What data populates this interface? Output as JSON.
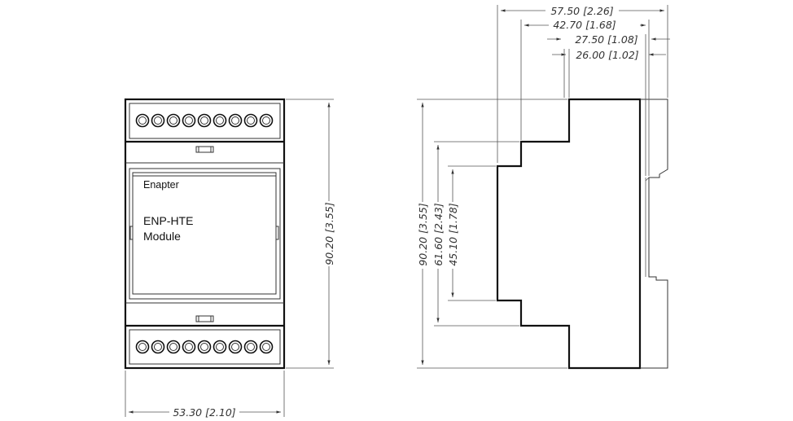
{
  "front_view": {
    "brand": "Enapter",
    "model_line1": "ENP-HTE",
    "model_line2": "Module",
    "terminals_per_row": 9
  },
  "dimensions": {
    "height_front": "90.20 [3.55]",
    "width_front": "53.30 [2.10]",
    "depth_total": "57.50 [2.26]",
    "depth_2": "42.70 [1.68]",
    "depth_3": "27.50 [1.08]",
    "depth_4": "26.00 [1.02]",
    "height_side": "90.20 [3.55]",
    "height_step1": "61.60 [2.43]",
    "height_step2": "45.10 [1.78]"
  }
}
